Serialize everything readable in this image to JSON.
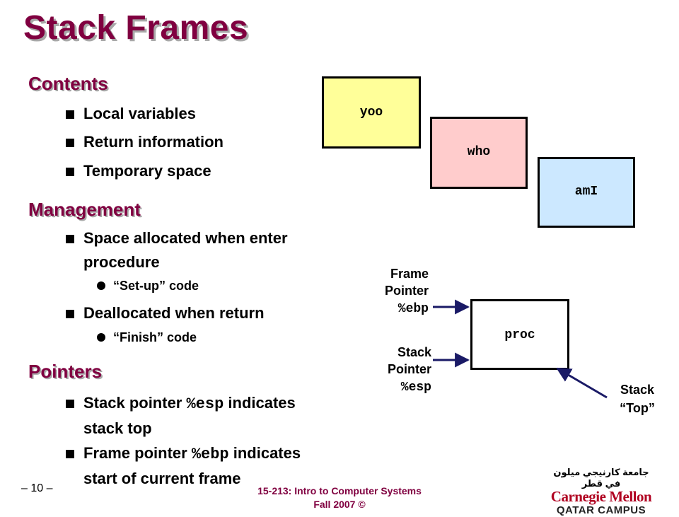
{
  "slide": {
    "title": "Stack Frames",
    "sections": [
      {
        "heading": "Contents",
        "items": [
          {
            "text": "Local variables"
          },
          {
            "text": "Return information"
          },
          {
            "text": "Temporary space"
          }
        ]
      },
      {
        "heading": "Management",
        "items": [
          {
            "line1": "Space allocated when enter",
            "line2": "procedure",
            "sub": "“Set-up” code"
          },
          {
            "text": "Deallocated when return",
            "sub": "“Finish” code"
          }
        ]
      },
      {
        "heading": "Pointers",
        "items": [
          {
            "pre": "Stack pointer ",
            "code": "%esp",
            "post": " indicates",
            "line2": "stack top"
          },
          {
            "pre": "Frame pointer ",
            "code": "%ebp",
            "post": " indicates",
            "line2": "start of current frame"
          }
        ]
      }
    ]
  },
  "diagram": {
    "frames": [
      {
        "label": "yoo",
        "color": "#ffff99"
      },
      {
        "label": "who",
        "color": "#ffcccc"
      },
      {
        "label": "amI",
        "color": "#cce8ff"
      }
    ],
    "proc_box": {
      "label": "proc",
      "color": "#ffffff"
    },
    "frame_pointer": {
      "line1": "Frame",
      "line2": "Pointer",
      "reg": "%ebp"
    },
    "stack_pointer": {
      "line1": "Stack",
      "line2": "Pointer",
      "reg": "%esp"
    },
    "stack_top": {
      "line1": "Stack",
      "line2": "“Top”"
    }
  },
  "footer": {
    "page": "– 10 –",
    "course": "15-213: Intro to Computer Systems",
    "term": "Fall 2007 ©",
    "logo": {
      "arabic": "جامعة كارنيجي ميلون في قطر",
      "line1": "Carnegie Mellon",
      "line2": "QATAR CAMPUS"
    }
  },
  "colors": {
    "accent": "#800040",
    "shadow": "#a8a8a8"
  }
}
